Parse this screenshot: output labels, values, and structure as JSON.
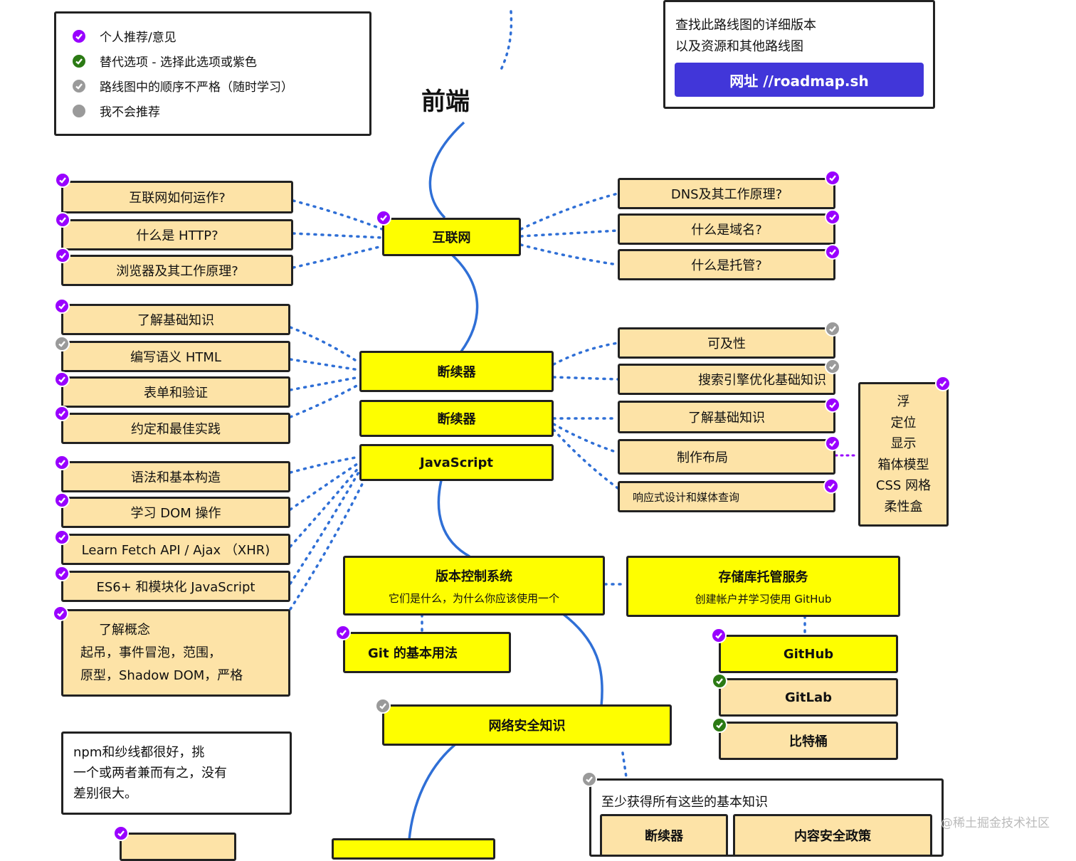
{
  "legend": {
    "items": [
      {
        "label": "个人推荐/意见",
        "kind": "purple"
      },
      {
        "label": "替代选项 - 选择此选项或紫色",
        "kind": "green"
      },
      {
        "label": "路线图中的顺序不严格（随时学习）",
        "kind": "gray"
      },
      {
        "label": "我不会推荐",
        "kind": "solid"
      }
    ]
  },
  "title": "前端",
  "info": {
    "line1": "查找此路线图的详细版本",
    "line2": "以及资源和其他路线图",
    "url_label": "网址 //roadmap.sh"
  },
  "internet": {
    "main": "互联网",
    "left": [
      "互联网如何运作?",
      "什么是 HTTP?",
      "浏览器及其工作原理?"
    ],
    "right": [
      "DNS及其工作原理?",
      "什么是域名?",
      "什么是托管?"
    ]
  },
  "html": {
    "main": "断续器",
    "left": [
      "了解基础知识",
      "编写语义 HTML",
      "表单和验证",
      "约定和最佳实践"
    ],
    "right": [
      "可及性",
      "搜索引擎优化基础知识"
    ]
  },
  "css": {
    "main": "断续器",
    "right": [
      "了解基础知识",
      "制作布局",
      "响应式设计和媒体查询"
    ],
    "layout_list": [
      "浮",
      "定位",
      "显示",
      "箱体模型",
      "CSS 网格",
      "柔性盒"
    ]
  },
  "js": {
    "main": "JavaScript",
    "left": [
      "语法和基本构造",
      "学习 DOM 操作",
      "Learn Fetch API / Ajax （XHR)",
      "ES6+ 和模块化 JavaScript"
    ],
    "concepts": [
      "了解概念",
      "起吊，事件冒泡，范围，",
      "原型，Shadow DOM，严格"
    ]
  },
  "vcs": {
    "title": "版本控制系统",
    "subtitle": "它们是什么，为什么你应该使用一个",
    "git": "Git 的基本用法"
  },
  "repo": {
    "title": "存储库托管服务",
    "subtitle": "创建帐户并学习使用 GitHub",
    "items": [
      "GitHub",
      "GitLab",
      "比特桶"
    ]
  },
  "security": {
    "main": "网络安全知识",
    "note": "至少获得所有这些的基本知识",
    "items": [
      "断续器",
      "内容安全政策"
    ]
  },
  "npm_note": [
    "npm和纱线都很好，挑",
    "一个或两者兼而有之，没有",
    "差别很大。"
  ],
  "watermark": "@稀土掘金技术社区",
  "colors": {
    "purple": "#9900ff",
    "green": "#2b7a14",
    "gray": "#9a9a9a",
    "node_yellow": "#fefe00",
    "node_beige": "#fde3a7",
    "link_blue": "#2f6fd6",
    "button": "#4136d9"
  }
}
